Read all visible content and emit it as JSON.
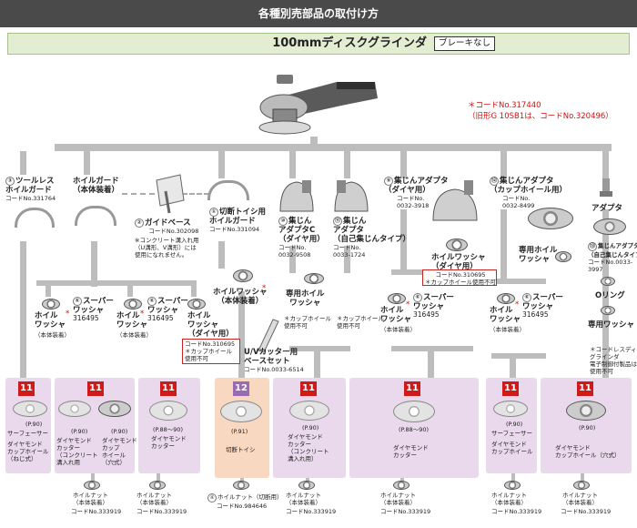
{
  "header": {
    "title": "各種別売部品の取付け方"
  },
  "tool": {
    "name": "100mmディスクグラインダ",
    "badge": "ブレーキなし"
  },
  "top_note": {
    "line1": "＊コードNo.317440",
    "line2": "（旧形G 10SB1は、コードNo.320496）"
  },
  "col1": {
    "num": "③",
    "name": "ツールレス\nホイルガード",
    "code": "コードNo.331764"
  },
  "col2": {
    "name": "ホイルガード\n（本体装着）"
  },
  "guide": {
    "num": "②",
    "name": "ガイドベース",
    "code": "コードNo.302098",
    "note": "※コンクリート溝入れ用\n（U溝形、V溝形）には\n使用になれません。"
  },
  "col3": {
    "num": "①",
    "name": "切断トイシ用\nホイルガード",
    "code": "コードNo.331094"
  },
  "col4": {
    "num": "⑩",
    "name": "集じん\nアダプタC\n（ダイヤ用）",
    "code": "コードNo.\n0032-9508"
  },
  "col5": {
    "num": "⑪",
    "name": "集じん\nアダプタ\n（自己集じんタイプ）",
    "code": "コードNo.\n0033-1724"
  },
  "col6": {
    "num": "⑨",
    "name": "集じんアダプタ\n（ダイヤ用）",
    "code": "コードNo.\n0032-3918"
  },
  "col7": {
    "num": "⑫",
    "name": "集じんアダプタ\n（カップホイール用）",
    "code": "コードNo.\n0032-8499"
  },
  "col8": {
    "name": "アダプタ",
    "num2": "⑬",
    "name2": "集じんアダプタ\n（自己集じんタイプ）",
    "code2": "コードNo.0033-3997"
  },
  "washer": {
    "name": "ホイル\nワッシャ",
    "sub": "（本体装着）"
  },
  "super_washer": {
    "num": "⑥",
    "name": "スーパー\nワッシャ",
    "code": "316495"
  },
  "diamond_washer": {
    "name": "ホイル\nワッシャ\n（ダイヤ用）",
    "code": "コードNo.310695",
    "note": "＊カップホイール\n使用不可"
  },
  "cut_washer": {
    "name": "ホイルワッシャ\n（本体装着）"
  },
  "uv_base": {
    "name": "U/Vカッター用\nベースセット",
    "code": "コードNo.0033-6514"
  },
  "special_washer": {
    "name": "専用ホイル\nワッシャ",
    "note": "＊カップホイール\n使用不可"
  },
  "mid_washer": {
    "name": "ホイルワッシャ\n（ダイヤ用）",
    "code": "コードNo.310695",
    "note": "＊カップホイール使用不可"
  },
  "oring": {
    "name": "Oリング"
  },
  "special_washer2": {
    "name": "専用ワッシャ"
  },
  "cord_note": "＊コードレスディスク\nグラインダ\n電子制御付製品は\n使用不可",
  "panels": [
    {
      "badge": "11",
      "page": "(P.90)",
      "name": "サーフェーサー",
      "name2": "ダイヤモンド\nカップホイール\n（ねじ式）"
    },
    {
      "badge": "11",
      "page1": "(P.90)",
      "page2": "(P.90)",
      "name1": "ダイヤモンド\nカッター\n（コンクリート\n溝入れ用",
      "name2": "ダイヤモンド\nカップ\nホイール\n（穴式）"
    },
    {
      "badge": "11",
      "page": "(P.88～90)",
      "name": "ダイヤモンド\nカッター"
    },
    {
      "badge": "12",
      "page": "(P.91)",
      "name": "切断トイシ"
    },
    {
      "badge": "11",
      "page": "(P.90)",
      "name": "ダイヤモンド\nカッター\n（コンクリート\n溝入れ用）"
    },
    {
      "badge": "11",
      "page": "(P.88～90)",
      "name": "ダイヤモンド\nカッター"
    },
    {
      "badge": "11",
      "page": "(P.90)",
      "name": "サーフェーサー",
      "name2": "ダイヤモンド\nカップホイール"
    },
    {
      "badge": "11",
      "page": "(P.90)",
      "name": "ダイヤモンド\nカップホイール（穴式）"
    }
  ],
  "nut": {
    "name": "ホイルナット\n（本体装着）",
    "code": "コードNo.333919"
  },
  "cut_nut": {
    "num": "④",
    "name": "ホイルナット（切断用）",
    "code": "コードNo.984646"
  }
}
